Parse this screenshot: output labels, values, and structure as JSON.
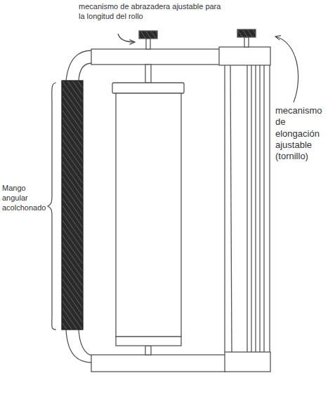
{
  "diagram": {
    "labels": [
      "mecanismo de abrazadera ajustable para la longitud del rollo",
      "Mango angular acolchonado",
      "mecanismo de elongación ajustable (tornillo)"
    ]
  }
}
